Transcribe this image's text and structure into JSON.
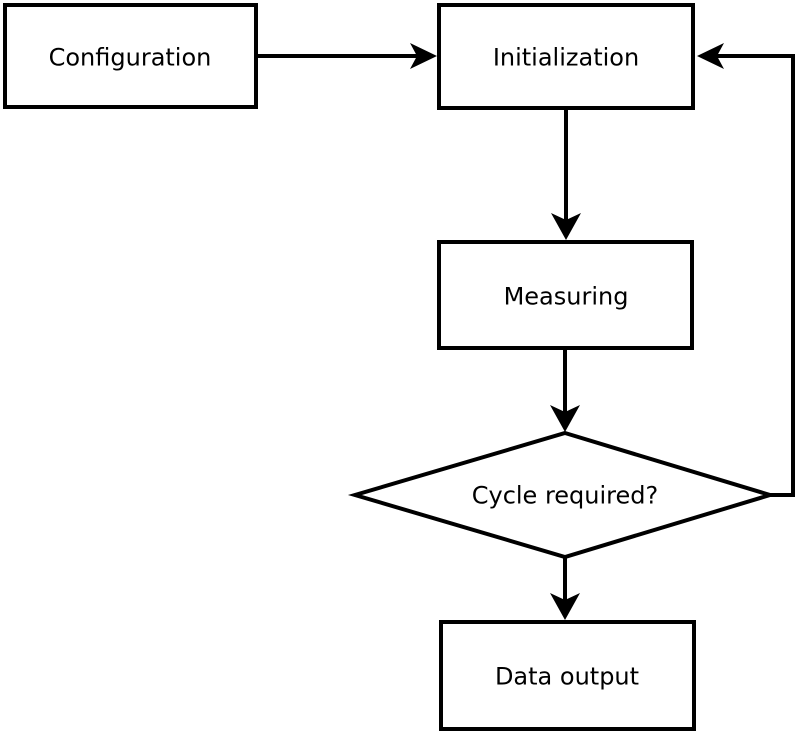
{
  "diagram": {
    "type": "flowchart",
    "background_color": "#ffffff",
    "stroke_color": "#000000",
    "node_fill_color": "#ffffff",
    "text_color": "#000000",
    "nodes": [
      {
        "id": "configuration",
        "label": "Configuration",
        "shape": "rectangle"
      },
      {
        "id": "initialization",
        "label": "Initialization",
        "shape": "rectangle"
      },
      {
        "id": "measuring",
        "label": "Measuring",
        "shape": "rectangle"
      },
      {
        "id": "cycle-required",
        "label": "Cycle required?",
        "shape": "diamond"
      },
      {
        "id": "data-output",
        "label": "Data output",
        "shape": "rectangle"
      }
    ],
    "edges": [
      {
        "from": "configuration",
        "to": "initialization",
        "direction": "right"
      },
      {
        "from": "initialization",
        "to": "measuring",
        "direction": "down"
      },
      {
        "from": "measuring",
        "to": "cycle-required",
        "direction": "down"
      },
      {
        "from": "cycle-required",
        "to": "data-output",
        "direction": "down"
      },
      {
        "from": "cycle-required",
        "to": "initialization",
        "direction": "loop-right-up"
      }
    ]
  }
}
